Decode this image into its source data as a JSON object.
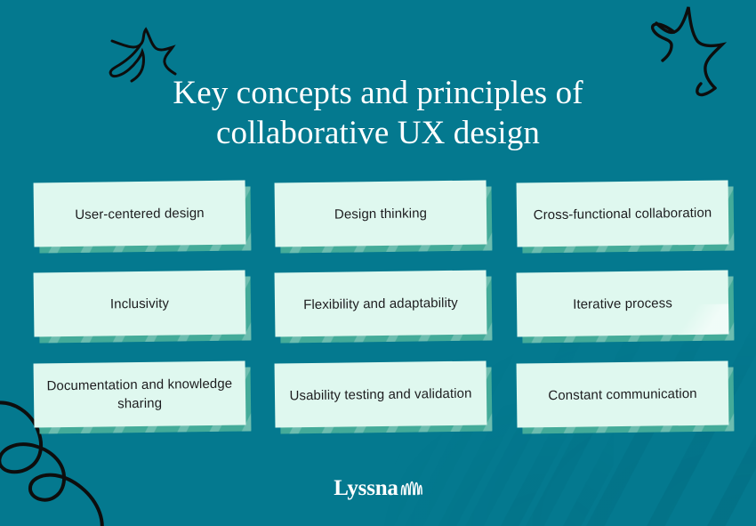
{
  "slide": {
    "background_color": "#04798f",
    "card_color": "#dff8ef",
    "card_shadow_color": "#44ab99",
    "text_color": "#1d1d1f",
    "title_color": "#ffffff",
    "doodle_color": "#0d0d0d"
  },
  "title": {
    "line1": "Key concepts and principles of",
    "line2": "collaborative UX design"
  },
  "cards": [
    {
      "label": "User-centered design"
    },
    {
      "label": "Design thinking"
    },
    {
      "label": "Cross-functional collaboration"
    },
    {
      "label": "Inclusivity"
    },
    {
      "label": "Flexibility and adaptability"
    },
    {
      "label": "Iterative process"
    },
    {
      "label": "Documentation and knowledge sharing"
    },
    {
      "label": "Usability testing and validation"
    },
    {
      "label": "Constant communication"
    }
  ],
  "logo": {
    "text": "Lyssna",
    "mark": "waveform-squiggle-icon"
  },
  "decorations": [
    {
      "name": "sparkle-burst-top-left"
    },
    {
      "name": "sparkle-burst-top-right"
    },
    {
      "name": "spiral-loop-bottom-left"
    }
  ]
}
